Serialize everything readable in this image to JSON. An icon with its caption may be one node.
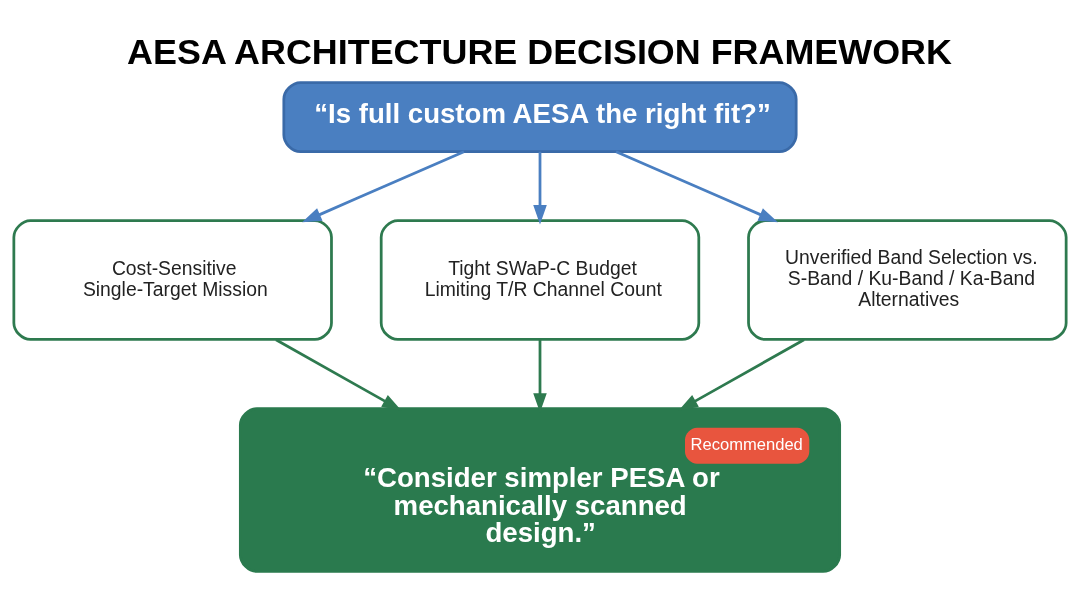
{
  "diagram": {
    "title": "AESA ARCHITECTURE DECISION FRAMEWORK",
    "nodes": [
      {
        "text": [
          "“Is full custom AESA the right fit?”"
        ]
      },
      {
        "text": [
          "Cost-Sensitive Single-Target Mission"
        ]
      },
      {
        "text": [
          "Tight SWaP-C Budget Limiting T/R Channel Count"
        ]
      },
      {
        "text": [
          "Unverified Band Selection vs. S-Band / Ku-Band / Ka-Band Alternatives"
        ]
      },
      {
        "text": [
          "Recommended",
          "“Consider simpler PESA or mechanically scanned design.”"
        ]
      }
    ],
    "edges": [
      {
        "from": 0,
        "to": 1,
        "arrow": "to",
        "color": "#4a7fc1"
      },
      {
        "from": 0,
        "to": 2,
        "arrow": "to",
        "color": "#4a7fc1"
      },
      {
        "from": 0,
        "to": 3,
        "arrow": "to",
        "color": "#4a7fc1"
      },
      {
        "from": 1,
        "to": 4,
        "arrow": "to",
        "color": "#2e7a4f"
      },
      {
        "from": 2,
        "to": 4,
        "arrow": "to",
        "color": "#2e7a4f"
      },
      {
        "from": 3,
        "to": 4,
        "arrow": "to",
        "color": "#2e7a4f"
      }
    ]
  }
}
